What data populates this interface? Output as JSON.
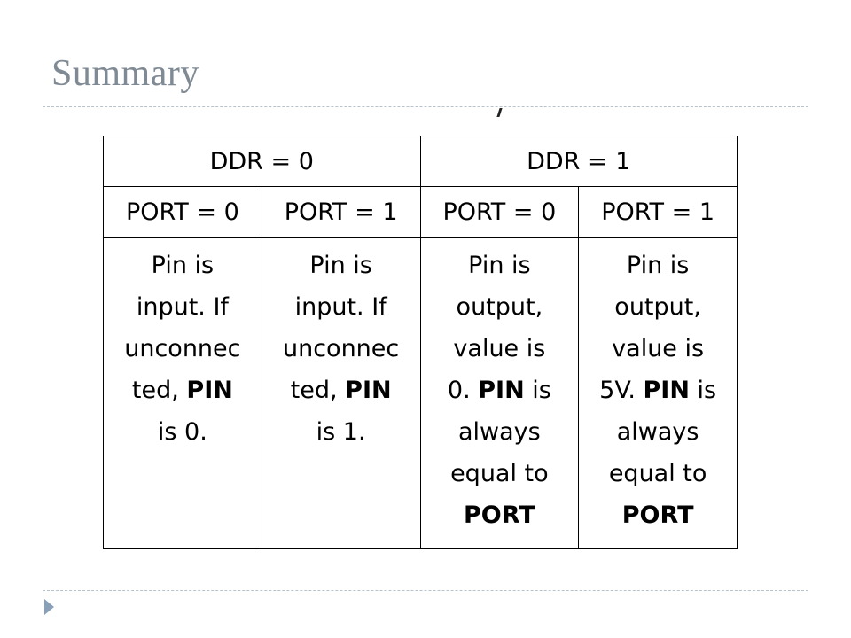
{
  "slide": {
    "title": "Summary"
  },
  "table": {
    "ddr_headers": [
      "DDR = 0",
      "DDR = 1"
    ],
    "port_headers": [
      "PORT = 0",
      "PORT = 1",
      "PORT = 0",
      "PORT = 1"
    ],
    "cells": [
      {
        "lines": [
          [
            {
              "t": "Pin is"
            }
          ],
          [
            {
              "t": "input. If"
            }
          ],
          [
            {
              "t": "unconnec"
            }
          ],
          [
            {
              "t": "ted, "
            },
            {
              "t": "PIN",
              "b": true
            }
          ],
          [
            {
              "t": "is 0."
            }
          ]
        ]
      },
      {
        "lines": [
          [
            {
              "t": "Pin is"
            }
          ],
          [
            {
              "t": "input. If"
            }
          ],
          [
            {
              "t": "unconnec"
            }
          ],
          [
            {
              "t": "ted, "
            },
            {
              "t": "PIN",
              "b": true
            }
          ],
          [
            {
              "t": "is 1."
            }
          ]
        ]
      },
      {
        "lines": [
          [
            {
              "t": "Pin is"
            }
          ],
          [
            {
              "t": "output,"
            }
          ],
          [
            {
              "t": "value is"
            }
          ],
          [
            {
              "t": "0. "
            },
            {
              "t": "PIN",
              "b": true
            },
            {
              "t": " is"
            }
          ],
          [
            {
              "t": "always"
            }
          ],
          [
            {
              "t": "equal to"
            }
          ],
          [
            {
              "t": "PORT",
              "b": true
            }
          ]
        ]
      },
      {
        "lines": [
          [
            {
              "t": "Pin is"
            }
          ],
          [
            {
              "t": "output,"
            }
          ],
          [
            {
              "t": "value is"
            }
          ],
          [
            {
              "t": "5V. "
            },
            {
              "t": "PIN",
              "b": true
            },
            {
              "t": " is"
            }
          ],
          [
            {
              "t": "always"
            }
          ],
          [
            {
              "t": "equal to"
            }
          ],
          [
            {
              "t": "PORT",
              "b": true
            }
          ]
        ]
      }
    ]
  },
  "colors": {
    "title": "#7f8a94",
    "rule": "#b7c3cc",
    "nav_arrow": "#8aa0b8",
    "table_border": "#000000"
  },
  "icons": {
    "nav": "triangle-right-icon"
  }
}
